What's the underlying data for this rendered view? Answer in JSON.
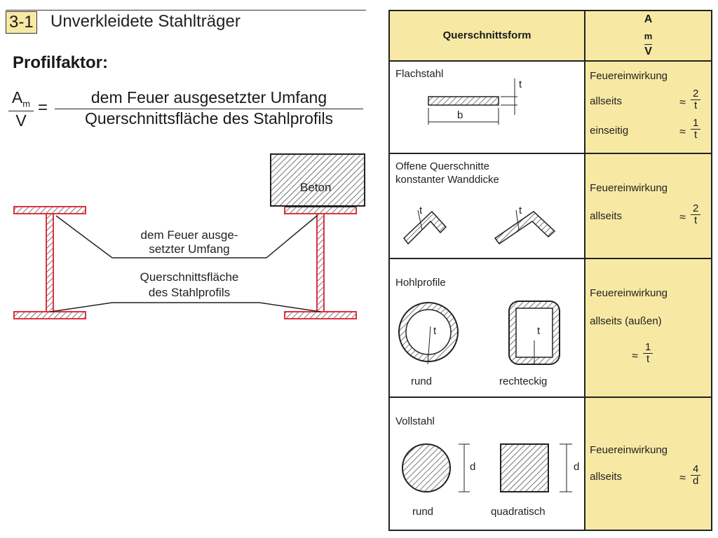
{
  "header": {
    "section_number": "3-1",
    "section_title": "Unverkleidete Stahlträger",
    "profile_factor_label": "Profilfaktor:"
  },
  "formula": {
    "lhs_num": "A",
    "lhs_num_sub": "m",
    "lhs_den": "V",
    "equals": "=",
    "rhs_num": "dem Feuer ausgesetzter Umfang",
    "rhs_den": "Querschnittsfläche des Stahlprofils"
  },
  "diagram": {
    "beton_label": "Beton",
    "label_umfang_line1": "dem Feuer ausge-",
    "label_umfang_line2": "setzter Umfang",
    "label_flaeche_line1": "Querschnittsfläche",
    "label_flaeche_line2": "des Stahlprofils",
    "outline_color": "#e03040"
  },
  "table": {
    "header_col1": "Querschnittsform",
    "header_col2_num": "A",
    "header_col2_num_sub": "m",
    "header_col2_den": "V",
    "fill_color": "#f7e9a4",
    "rows": [
      {
        "title": "Flachstahl",
        "dim_t": "t",
        "dim_b": "b",
        "effect": "Feuereinwirkung",
        "case1_label": "allseits",
        "case1_num": "2",
        "case1_den": "t",
        "case2_label": "einseitig",
        "case2_num": "1",
        "case2_den": "t"
      },
      {
        "title_line1": "Offene Querschnitte",
        "title_line2": "konstanter Wanddicke",
        "dim_t1": "t",
        "dim_t2": "t",
        "effect": "Feuereinwirkung",
        "case1_label": "allseits",
        "case1_num": "2",
        "case1_den": "t"
      },
      {
        "title": "Hohlprofile",
        "dim_t1": "t",
        "dim_t2": "t",
        "shape1_label": "rund",
        "shape2_label": "rechteckig",
        "effect": "Feuereinwirkung",
        "case1_label": "allseits (außen)",
        "case1_num": "1",
        "case1_den": "t"
      },
      {
        "title": "Vollstahl",
        "dim_d1": "d",
        "dim_d2": "d",
        "shape1_label": "rund",
        "shape2_label": "quadratisch",
        "effect": "Feuereinwirkung",
        "case1_label": "allseits",
        "case1_num": "4",
        "case1_den": "d"
      }
    ],
    "approx_symbol": "≈"
  }
}
